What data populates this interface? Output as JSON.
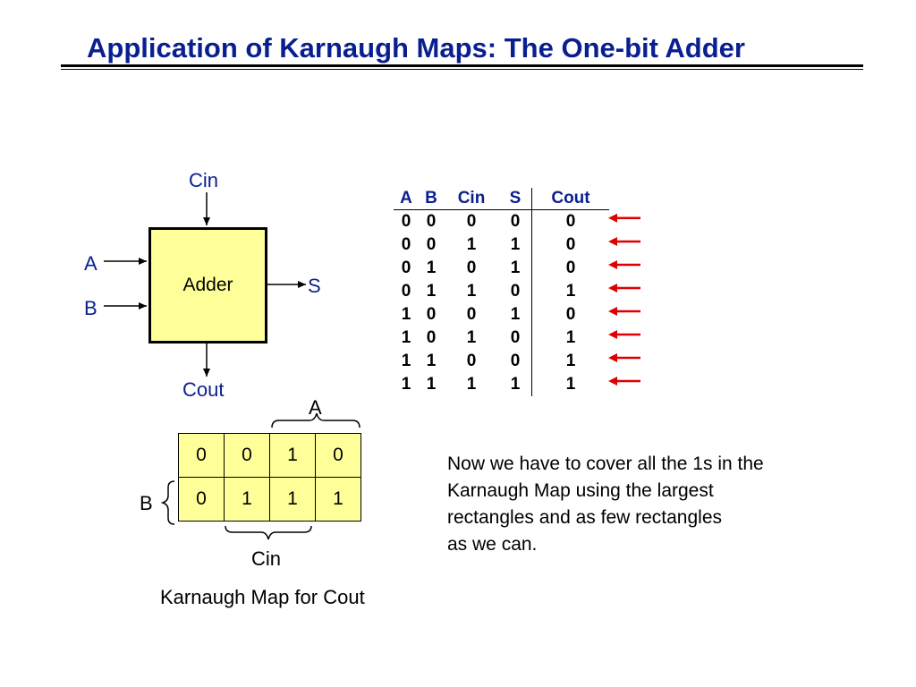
{
  "title": "Application of Karnaugh Maps: The One-bit Adder",
  "adder": {
    "box_label": "Adder",
    "input_top": "Cin",
    "input_a": "A",
    "input_b": "B",
    "output_s": "S",
    "output_bottom": "Cout"
  },
  "truth_table": {
    "headers": [
      "A",
      "B",
      "Cin",
      "S",
      "Cout"
    ],
    "rows": [
      [
        "0",
        "0",
        "0",
        "0",
        "0"
      ],
      [
        "0",
        "0",
        "1",
        "1",
        "0"
      ],
      [
        "0",
        "1",
        "0",
        "1",
        "0"
      ],
      [
        "0",
        "1",
        "1",
        "0",
        "1"
      ],
      [
        "1",
        "0",
        "0",
        "1",
        "0"
      ],
      [
        "1",
        "0",
        "1",
        "0",
        "1"
      ],
      [
        "1",
        "1",
        "0",
        "0",
        "1"
      ],
      [
        "1",
        "1",
        "1",
        "1",
        "1"
      ]
    ]
  },
  "kmap": {
    "label_a": "A",
    "label_b": "B",
    "label_cin": "Cin",
    "rows": [
      [
        "0",
        "0",
        "1",
        "0"
      ],
      [
        "0",
        "1",
        "1",
        "1"
      ]
    ],
    "caption": "Karnaugh Map for Cout"
  },
  "note": "Now we have to cover all the 1s in the\nKarnaugh Map using the largest\nrectangles and as few rectangles\nas we can.",
  "colors": {
    "title": "#0a1f8f",
    "label": "#0a1f8f",
    "box_fill": "#ffff99",
    "arrow_red": "#dd0000"
  }
}
